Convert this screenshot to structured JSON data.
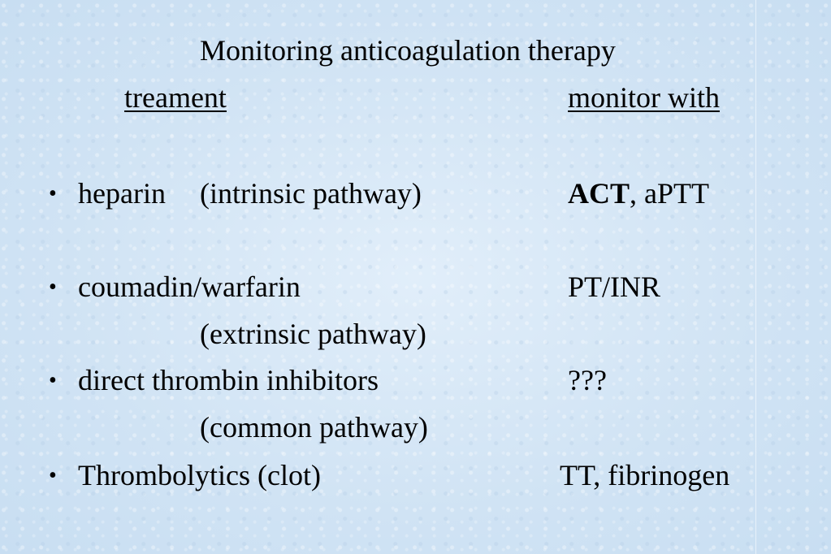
{
  "slide": {
    "title": "Monitoring anticoagulation therapy",
    "headers": {
      "treatment": "treament",
      "monitor": "monitor with"
    },
    "bullet_glyph": "•",
    "rows": [
      {
        "treatment": "heparin",
        "pathway": "(intrinsic pathway)",
        "monitor_bold": "ACT",
        "monitor_rest": ", aPTT"
      },
      {
        "treatment": "coumadin/warfarin",
        "pathway": "(extrinsic pathway)",
        "monitor": "PT/INR"
      },
      {
        "treatment": "direct thrombin inhibitors",
        "pathway": "(common pathway)",
        "monitor": "???"
      },
      {
        "treatment": "Thrombolytics (clot)",
        "monitor": "TT, fibrinogen"
      }
    ]
  }
}
